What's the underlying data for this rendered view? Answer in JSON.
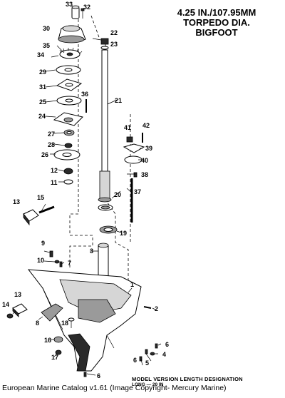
{
  "title": {
    "line1": "4.25 IN./107.95MM",
    "line2": "TORPEDO DIA.",
    "line3": "BIGFOOT"
  },
  "model_caption": "MODEL VERSION LENGTH DESIGNATION",
  "model_caption_2": "LONG — 20 IN",
  "footer": "European Marine Catalog v1.61 (Image Copyright- Mercury Marine)",
  "callouts": [
    "33",
    "32",
    "30",
    "22",
    "23",
    "35",
    "34",
    "29",
    "31",
    "36",
    "21",
    "25",
    "24",
    "27",
    "28",
    "26",
    "12",
    "11",
    "41",
    "42",
    "39",
    "40",
    "38",
    "37",
    "20",
    "19",
    "15",
    "13",
    "3",
    "9",
    "10",
    "7",
    "1",
    "2",
    "14",
    "13",
    "8",
    "18",
    "16",
    "17",
    "6",
    "5",
    "4",
    "6",
    "6"
  ]
}
